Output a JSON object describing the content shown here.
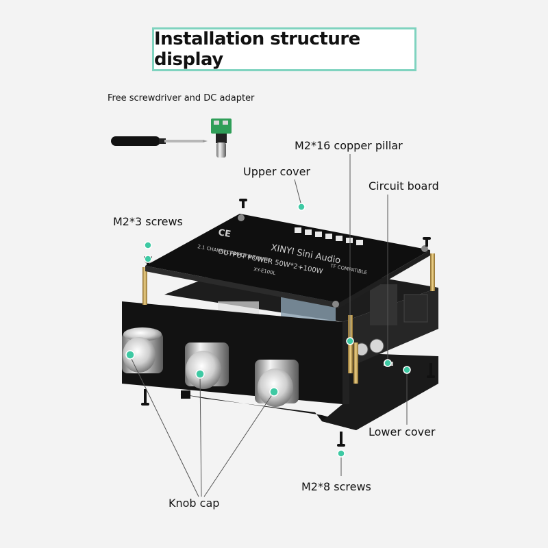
{
  "title": "Installation structure display",
  "accessories_caption": "Free screwdriver and DC adapter",
  "labels": {
    "copper_pillar": "M2*16 copper pillar",
    "upper_cover": "Upper cover",
    "circuit_board": "Circuit board",
    "m2x3_screws": "M2*3 screws",
    "lower_cover": "Lower cover",
    "m2x8_screws": "M2*8 screws",
    "knob_cap": "Knob cap"
  },
  "board_print": {
    "brand": "XINYI Sini Audio",
    "line1": "2.1 CHANNEL AMPLIFIER WITH",
    "line2": "OUTPUT POWER 50W*2+100W",
    "model": "XY-E100L",
    "compat": "TF COMPATIBLE",
    "ce_mark": "CE"
  },
  "colors": {
    "accent": "#7fd3bf",
    "callout_dot": "#3ec9a3",
    "board": "#1c1c1c",
    "pillar": "#c9a55a"
  },
  "icons": [
    "screwdriver",
    "dc-adapter",
    "knob",
    "screw",
    "copper-pillar"
  ]
}
